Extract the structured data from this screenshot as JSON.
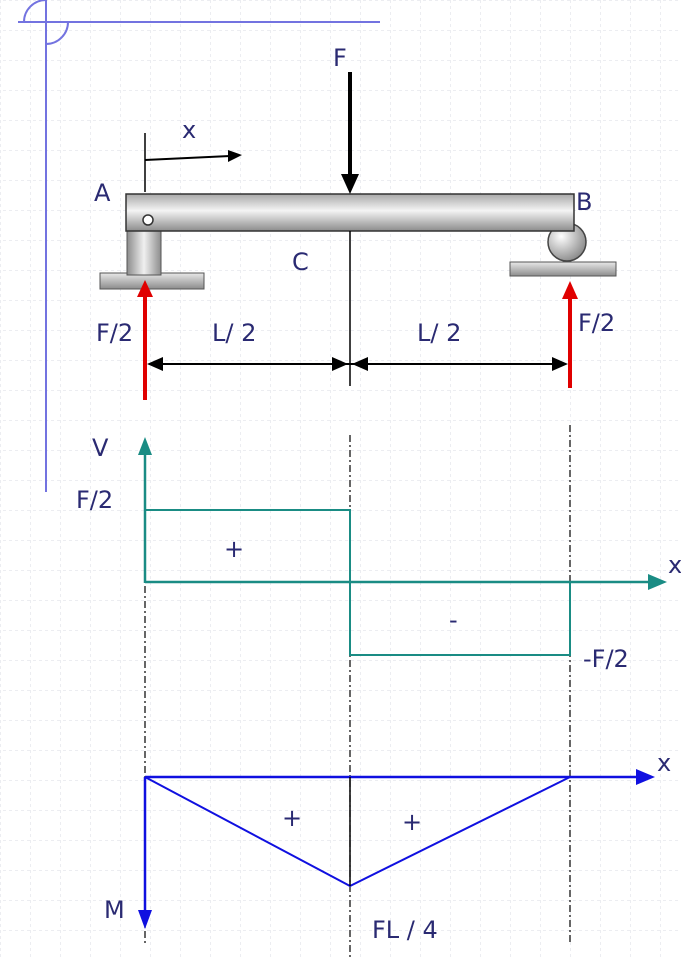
{
  "beam": {
    "load_label": "F",
    "distance_label": "x",
    "support_left_label": "A",
    "support_right_label": "B",
    "midpoint_label": "C",
    "reaction_left_label": "F/2",
    "reaction_right_label": "F/2",
    "span_left_label": "L/ 2",
    "span_right_label": "L/ 2"
  },
  "shear_diagram": {
    "axis_v_label": "V",
    "axis_x_label": "x",
    "max_label": "F/2",
    "min_label": "-F/2",
    "positive_sign": "+",
    "negative_sign": "-"
  },
  "moment_diagram": {
    "axis_m_label": "M",
    "axis_x_label": "x",
    "max_label": "FL / 4",
    "left_sign": "+",
    "right_sign": "+"
  },
  "colors": {
    "beam": "#c8c8c8",
    "reaction_arrows": "#e00000",
    "shear": "#1a8c84",
    "moment": "#1010e0",
    "label_text": "#2a2a72",
    "background_grid": "#d8dbe3",
    "corner_accent": "#7373e0"
  }
}
